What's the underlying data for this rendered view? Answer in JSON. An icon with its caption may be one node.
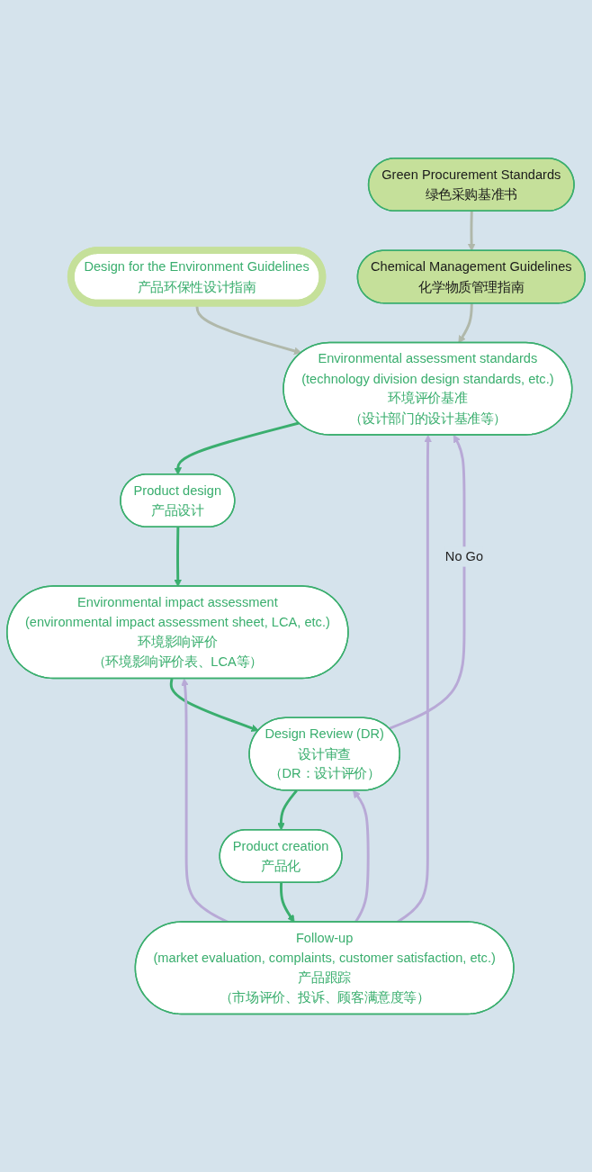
{
  "diagram": {
    "nodes": [
      {
        "text": [
          "Design for the Environment Guidelines",
          "产品环保性设计指南"
        ]
      },
      {
        "text": [
          "Green Procurement Standards",
          "绿色采购基准书"
        ]
      },
      {
        "text": [
          "Chemical Management Guidelines",
          "化学物质管理指南"
        ]
      },
      {
        "text": [
          "Environmental assessment standards",
          "(technology division design standards, etc.)",
          "环境评价基准",
          "（设计部门的设计基准等）"
        ]
      },
      {
        "text": [
          "Product design",
          "产品设计"
        ]
      },
      {
        "text": [
          "Environmental impact assessment",
          "(environmental impact assessment sheet, LCA, etc.)",
          "环境影响评价",
          "（环境影响评价表、LCA等）"
        ]
      },
      {
        "text": [
          "Design Review (DR)",
          "设计审查",
          "（DR：设计评价）"
        ]
      },
      {
        "text": [
          "Product creation",
          "产品化"
        ]
      },
      {
        "text": [
          "Follow-up",
          "(market evaluation, complaints, customer satisfaction, etc.)",
          "产品跟踪",
          "（市场评价、投诉、顾客满意度等）"
        ]
      }
    ],
    "edges": [
      {
        "from": 0,
        "to": 3,
        "arrow": "to",
        "color": "#b0b8aa"
      },
      {
        "from": 1,
        "to": 2,
        "arrow": "to",
        "color": "#b0b8aa"
      },
      {
        "from": 2,
        "to": 3,
        "arrow": "to",
        "color": "#b0b8aa"
      },
      {
        "from": 3,
        "to": 4,
        "arrow": "to"
      },
      {
        "from": 4,
        "to": 5,
        "arrow": "to"
      },
      {
        "from": 5,
        "to": 6,
        "arrow": "to"
      },
      {
        "from": 6,
        "to": 7,
        "arrow": "to"
      },
      {
        "from": 7,
        "to": 8,
        "arrow": "to"
      },
      {
        "from": 6,
        "to": 3,
        "arrow": "to",
        "label": "No Go",
        "color": "#b8a9d6"
      },
      {
        "from": 8,
        "to": 3,
        "arrow": "to",
        "color": "#b8a9d6"
      },
      {
        "from": 8,
        "to": 5,
        "arrow": "to",
        "color": "#b8a9d6"
      },
      {
        "from": 8,
        "to": 6,
        "arrow": "to",
        "color": "#b8a9d6"
      }
    ]
  }
}
